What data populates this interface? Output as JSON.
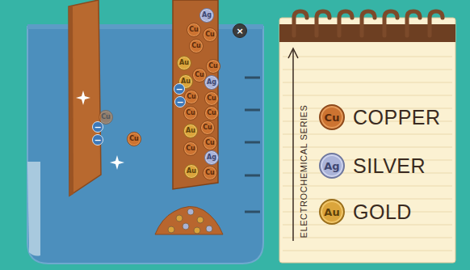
{
  "diagram": {
    "nodes": [
      {
        "text": [
          "Ag"
        ]
      },
      {
        "text": [
          "Cu"
        ]
      },
      {
        "text": [
          "Cu"
        ]
      },
      {
        "text": [
          "Cu"
        ]
      },
      {
        "text": [
          "Au"
        ]
      },
      {
        "text": [
          "Cu"
        ]
      },
      {
        "text": [
          "Cu"
        ]
      },
      {
        "text": [
          "Ag"
        ]
      },
      {
        "text": [
          "Au"
        ]
      },
      {
        "text": [
          "Cu"
        ]
      },
      {
        "text": [
          "Cu"
        ]
      },
      {
        "text": [
          "Cu"
        ]
      },
      {
        "text": [
          "Cu"
        ]
      },
      {
        "text": [
          "Cu"
        ]
      },
      {
        "text": [
          "Au"
        ]
      },
      {
        "text": [
          "Cu"
        ]
      },
      {
        "text": [
          "Cu"
        ]
      },
      {
        "text": [
          "Ag"
        ]
      },
      {
        "text": [
          "Au"
        ]
      },
      {
        "text": [
          "Cu"
        ]
      },
      {
        "text": [
          "×"
        ]
      },
      {
        "text": [
          "−"
        ]
      },
      {
        "text": [
          "−"
        ]
      },
      {
        "text": [
          "Cu"
        ]
      },
      {
        "text": [
          "−"
        ]
      },
      {
        "text": [
          "−"
        ]
      },
      {
        "text": [
          "Cu"
        ]
      },
      {
        "text": [
          "Cu",
          "COPPER"
        ]
      },
      {
        "text": [
          "Ag",
          "SILVER"
        ]
      },
      {
        "text": [
          "Au",
          "GOLD"
        ]
      }
    ],
    "labels": [
      "ELECTROCHEMICAL SERIES"
    ]
  }
}
